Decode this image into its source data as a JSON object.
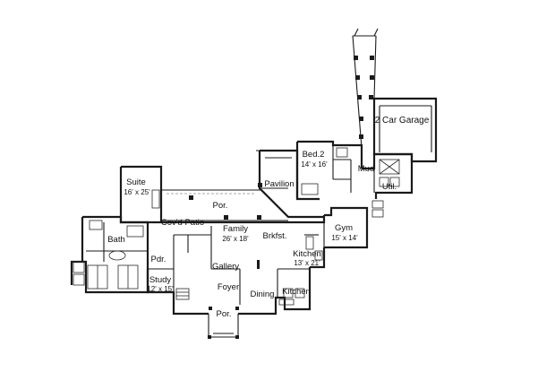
{
  "rooms": {
    "garage": {
      "name": "2 Car Garage",
      "dims": ""
    },
    "bed2": {
      "name": "Bed.2",
      "dims": "14' x 16'"
    },
    "mud": {
      "name": "Mud",
      "dims": ""
    },
    "util": {
      "name": "Util.",
      "dims": ""
    },
    "suite": {
      "name": "Suite",
      "dims": "16' x 25'"
    },
    "pavilion": {
      "name": "Pavilion",
      "dims": ""
    },
    "porch_back": {
      "name": "Por.",
      "dims": ""
    },
    "covd_patio": {
      "name": "Cov'd Patio",
      "dims": ""
    },
    "family": {
      "name": "Family",
      "dims": "26' x 18'"
    },
    "brkfst": {
      "name": "Brkfst.",
      "dims": ""
    },
    "gym": {
      "name": "Gym",
      "dims": "15' x 14'"
    },
    "bath": {
      "name": "Bath",
      "dims": ""
    },
    "pdr": {
      "name": "Pdr.",
      "dims": ""
    },
    "kitchen": {
      "name": "Kitchen",
      "dims": "13' x 21'"
    },
    "gallery": {
      "name": "Gallery",
      "dims": ""
    },
    "study": {
      "name": "Study",
      "dims": "12' x 15'"
    },
    "foyer": {
      "name": "Foyer",
      "dims": ""
    },
    "dining": {
      "name": "Dining",
      "dims": ""
    },
    "kitchen2": {
      "name": "Kitchen",
      "dims": ""
    },
    "porch_front": {
      "name": "Por.",
      "dims": ""
    }
  }
}
